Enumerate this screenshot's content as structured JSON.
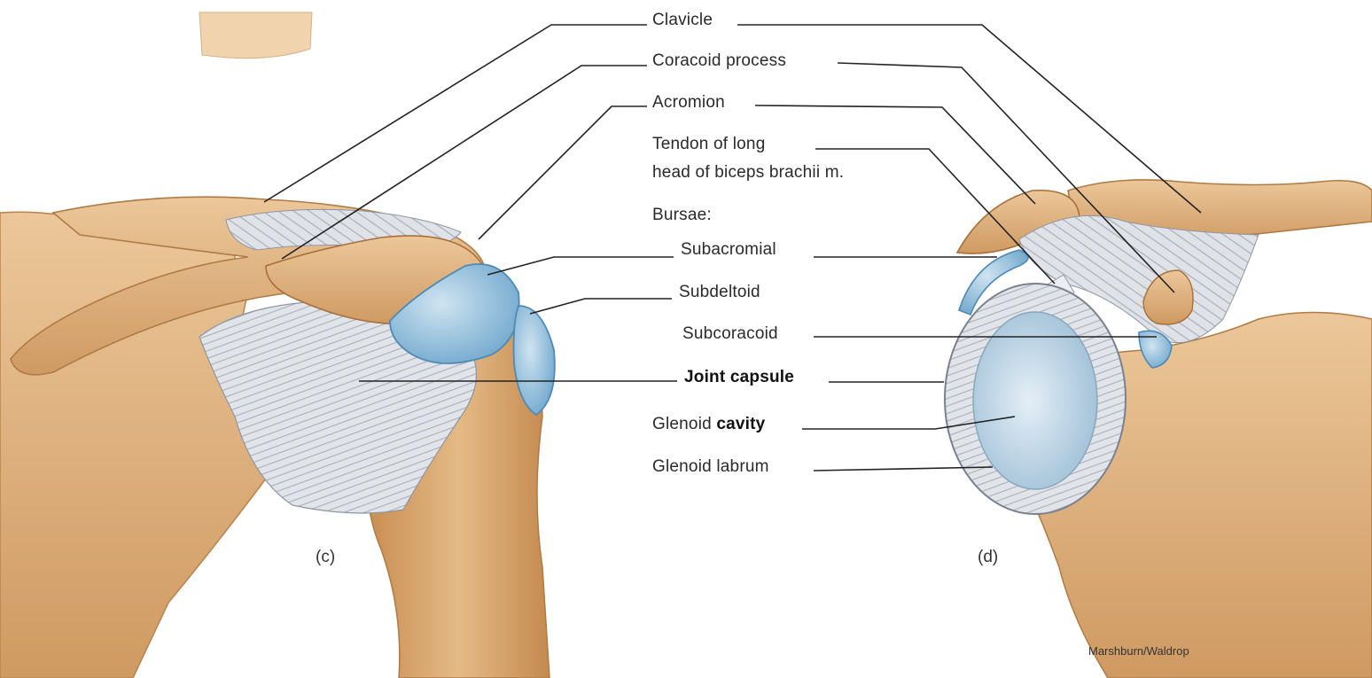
{
  "labels": {
    "clavicle": "Clavicle",
    "coracoid_process": "Coracoid process",
    "acromion": "Acromion",
    "tendon_line1": "Tendon of long",
    "tendon_line2": "head of biceps brachii m.",
    "bursae_heading": "Bursae:",
    "subacromial": "Subacromial",
    "subdeltoid": "Subdeltoid",
    "subcoracoid": "Subcoracoid",
    "joint_capsule": "Joint capsule",
    "glenoid_cavity_a": "Glenoid",
    "glenoid_cavity_b": "cavity",
    "glenoid_labrum": "Glenoid labrum"
  },
  "panels": {
    "left": "(c)",
    "right": "(d)"
  },
  "credit": "Marshburn/Waldrop",
  "colors": {
    "bone": "#e2b783",
    "bone_shadow": "#c8925a",
    "ligament": "#d9dde3",
    "bursa": "#9fc6df",
    "bursa_edge": "#5f98c0",
    "leader": "#222222"
  }
}
